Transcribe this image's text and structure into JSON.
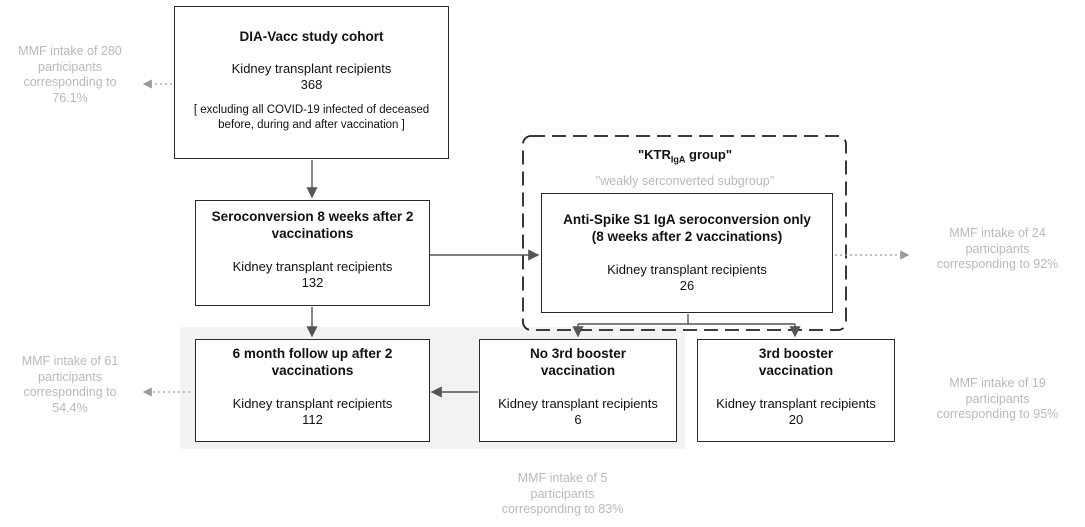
{
  "boxes": {
    "cohort": {
      "title": "DIA-Vacc study cohort",
      "label": "Kidney transplant recipients",
      "count": "368",
      "note_line1": "[ excluding all COVID-19 infected of deceased",
      "note_line2": "before, during and after vaccination ]"
    },
    "seroconversion": {
      "title_line1": "Seroconversion 8 weeks after 2",
      "title_line2": "vaccinations",
      "label": "Kidney transplant recipients",
      "count": "132"
    },
    "iga_only": {
      "title_line1": "Anti-Spike S1 IgA seroconversion only",
      "title_line2": "(8 weeks after 2 vaccinations)",
      "label": "Kidney transplant recipients",
      "count": "26"
    },
    "followup": {
      "title_line1": "6 month follow up after 2",
      "title_line2": "vaccinations",
      "label": "Kidney transplant recipients",
      "count": "112"
    },
    "no_booster": {
      "title_line1": "No 3rd booster",
      "title_line2": "vaccination",
      "label": "Kidney transplant recipients",
      "count": "6"
    },
    "booster": {
      "title_line1": "3rd booster",
      "title_line2": "vaccination",
      "label": "Kidney transplant recipients",
      "count": "20"
    }
  },
  "group": {
    "title_main": "\"KTR",
    "title_sub": "IgA",
    "title_end": " group\"",
    "subtitle": "\"weakly serconverted subgroup\""
  },
  "side_notes": {
    "cohort_mmf": [
      "MMF intake of 280",
      "participants",
      "corresponding to",
      "76.1%"
    ],
    "iga_mmf": [
      "MMF intake of 24",
      "participants",
      "corresponding to 92%"
    ],
    "followup_mmf": [
      "MMF intake of 61",
      "participants",
      "corresponding to",
      "54.4%"
    ],
    "booster_mmf": [
      "MMF intake of 19",
      "participants",
      "corresponding to 95%"
    ],
    "no_booster_mmf": [
      "MMF intake of 5",
      "participants",
      "corresponding to 83%"
    ]
  },
  "colors": {
    "box_border": "#2a2a2a",
    "connector": "#555555",
    "muted_text": "#b9b9b9",
    "shade": "#f2f2f2"
  }
}
